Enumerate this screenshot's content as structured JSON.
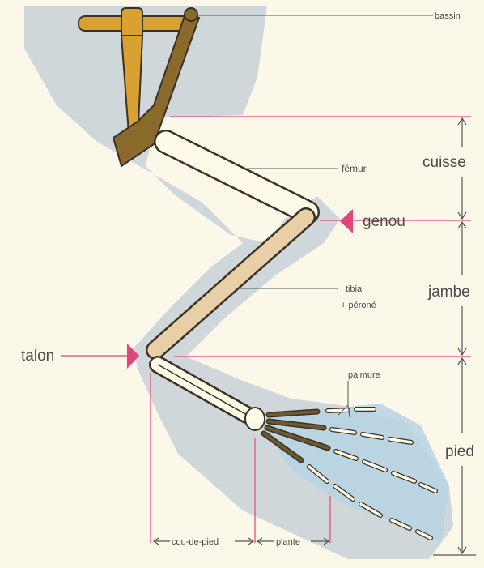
{
  "labels": {
    "bassin": "bassin",
    "femur": "fémur",
    "cuisse": "cuisse",
    "genou": "genou",
    "tibia_line1": "tibia",
    "tibia_line2": "+ péroné",
    "jambe": "jambe",
    "talon": "talon",
    "palmure": "palmure",
    "pied": "pied",
    "cou_de_pied": "cou-de-pied",
    "plante": "plante"
  },
  "colors": {
    "background": "#fbf8ea",
    "body_shadow": "#cfd7da",
    "pelvis_light": "#d9a132",
    "pelvis_dark": "#8a6a2a",
    "bone_fill": "#fffbe8",
    "tibia_fill": "#e9cfa6",
    "bone_outline": "#3a3026",
    "web": "#b7d3e2",
    "toe_dark": "#6b5a2e",
    "accent": "#e0457b",
    "text": "#4b4b4b"
  }
}
